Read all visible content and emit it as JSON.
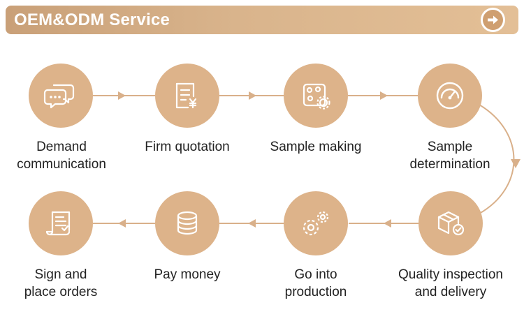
{
  "header": {
    "title": "OEM&ODM Service"
  },
  "colors": {
    "header_start": "#c9a078",
    "header_end": "#e3bf96",
    "circle": "#ddb38a",
    "connector": "#d9b08a",
    "text": "#222222"
  },
  "steps": [
    {
      "line1": "Demand",
      "line2": "communication",
      "icon": "chat-bubbles-icon"
    },
    {
      "line1": "Firm quotation",
      "line2": "",
      "icon": "quotation-document-icon"
    },
    {
      "line1": "Sample making",
      "line2": "",
      "icon": "palette-gear-icon"
    },
    {
      "line1": "Sample",
      "line2": "determination",
      "icon": "gauge-icon"
    },
    {
      "line1": "Quality inspection",
      "line2": "and delivery",
      "icon": "package-check-icon"
    },
    {
      "line1": "Go into",
      "line2": "production",
      "icon": "gears-icon"
    },
    {
      "line1": "Pay money",
      "line2": "",
      "icon": "coin-stack-icon"
    },
    {
      "line1": "Sign and",
      "line2": "place orders",
      "icon": "contract-icon"
    }
  ]
}
